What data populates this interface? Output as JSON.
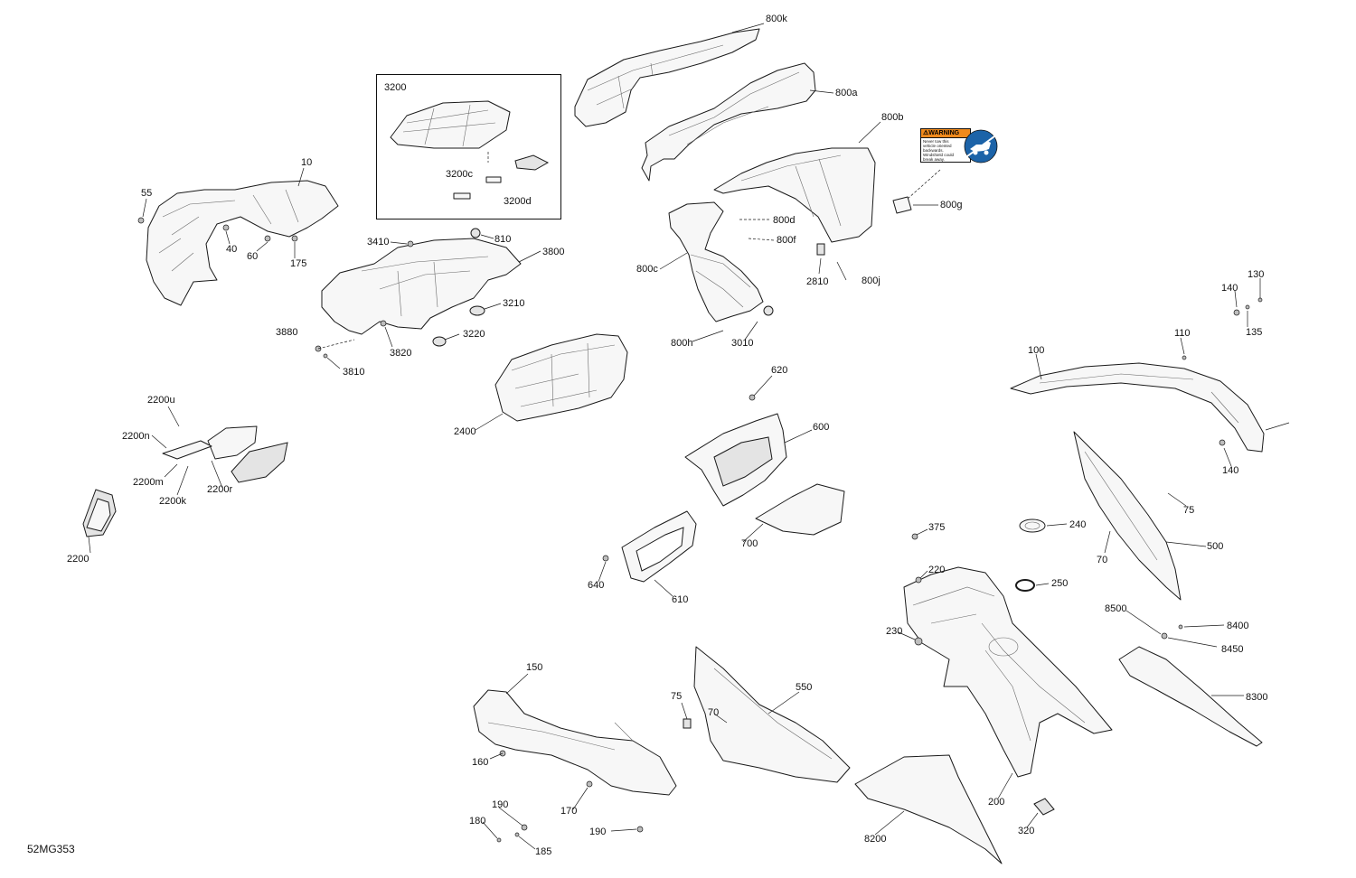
{
  "diagram_code": "52MG353",
  "inset": {
    "title": "3200"
  },
  "warning_decal": {
    "header": "WARNING",
    "lines": [
      "Never tow this",
      "vehicle oriented",
      "backwards.",
      "Windshield could",
      "break away."
    ]
  },
  "icons": {
    "tow": "tow-prohibition-icon",
    "warning": "warning-triangle-icon"
  },
  "colors": {
    "warning_orange": "#f08a1c",
    "tow_blue": "#1c63a8",
    "line": "#1a1a1a"
  },
  "callouts": {
    "c800k": "800k",
    "c800a": "800a",
    "c800b": "800b",
    "c800g": "800g",
    "c800d": "800d",
    "c800f": "800f",
    "c800c": "800c",
    "c800j": "800j",
    "c800h": "800h",
    "c3010": "3010",
    "c2810": "2810",
    "c3200c": "3200c",
    "c3200d": "3200d",
    "c10": "10",
    "c55": "55",
    "c40": "40",
    "c60": "60",
    "c175": "175",
    "c3410": "3410",
    "c810": "810",
    "c3800": "3800",
    "c3210": "3210",
    "c3880": "3880",
    "c3820": "3820",
    "c3220": "3220",
    "c3810": "3810",
    "c2400": "2400",
    "c2200u": "2200u",
    "c2200n": "2200n",
    "c2200m": "2200m",
    "c2200k": "2200k",
    "c2200r": "2200r",
    "c2200": "2200",
    "c620": "620",
    "c600": "600",
    "c700": "700",
    "c640": "640",
    "c610": "610",
    "c130": "130",
    "c140a": "140",
    "c135": "135",
    "c110": "110",
    "c100": "100",
    "c140b": "140",
    "c75a": "75",
    "c500": "500",
    "c70a": "70",
    "c375": "375",
    "c240": "240",
    "c220": "220",
    "c250": "250",
    "c230": "230",
    "c8500": "8500",
    "c8400": "8400",
    "c8450": "8450",
    "c8300": "8300",
    "c150": "150",
    "c160": "160",
    "c170": "170",
    "c190a": "190",
    "c180": "180",
    "c185": "185",
    "c190b": "190",
    "c75b": "75",
    "c70b": "70",
    "c550": "550",
    "c200": "200",
    "c8200": "8200",
    "c320": "320"
  }
}
